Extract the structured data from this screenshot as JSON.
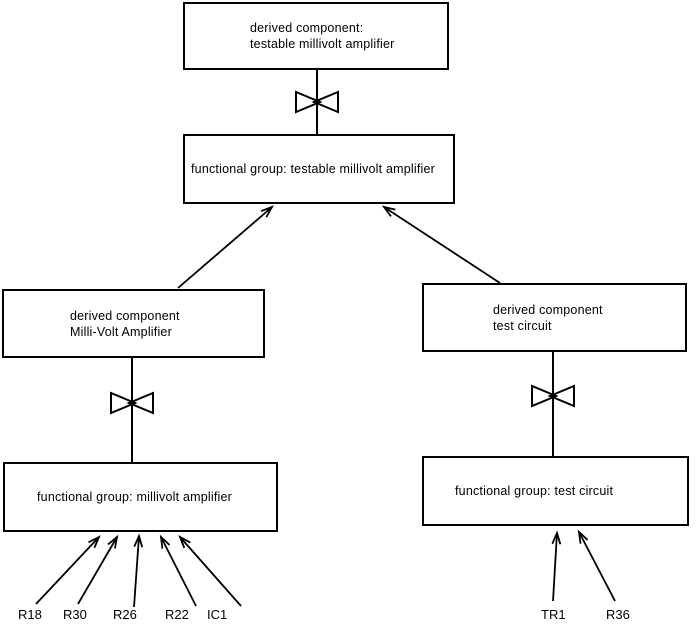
{
  "diagram": {
    "background": "#ffffff",
    "line_color": "#000000",
    "nodes": {
      "derived_testable": {
        "line1": "derived component:",
        "line2": "testable millivolt amplifier"
      },
      "functional_testable": {
        "label": "functional group: testable millivolt amplifier"
      },
      "derived_millivolt": {
        "line1": "derived component",
        "line2": "Milli-Volt Amplifier"
      },
      "functional_millivolt": {
        "label": "functional group: millivolt amplifier"
      },
      "derived_testcircuit": {
        "line1": "derived component",
        "line2": "test circuit"
      },
      "functional_testcircuit": {
        "label": "functional group: test circuit"
      }
    },
    "component_labels": {
      "left": [
        "R18",
        "R30",
        "R26",
        "R22",
        "IC1"
      ],
      "right": [
        "TR1",
        "R36"
      ]
    },
    "icons": {
      "bowtie": "decomposition-bowtie-icon",
      "arrowhead": "open-v-arrowhead-icon"
    }
  }
}
